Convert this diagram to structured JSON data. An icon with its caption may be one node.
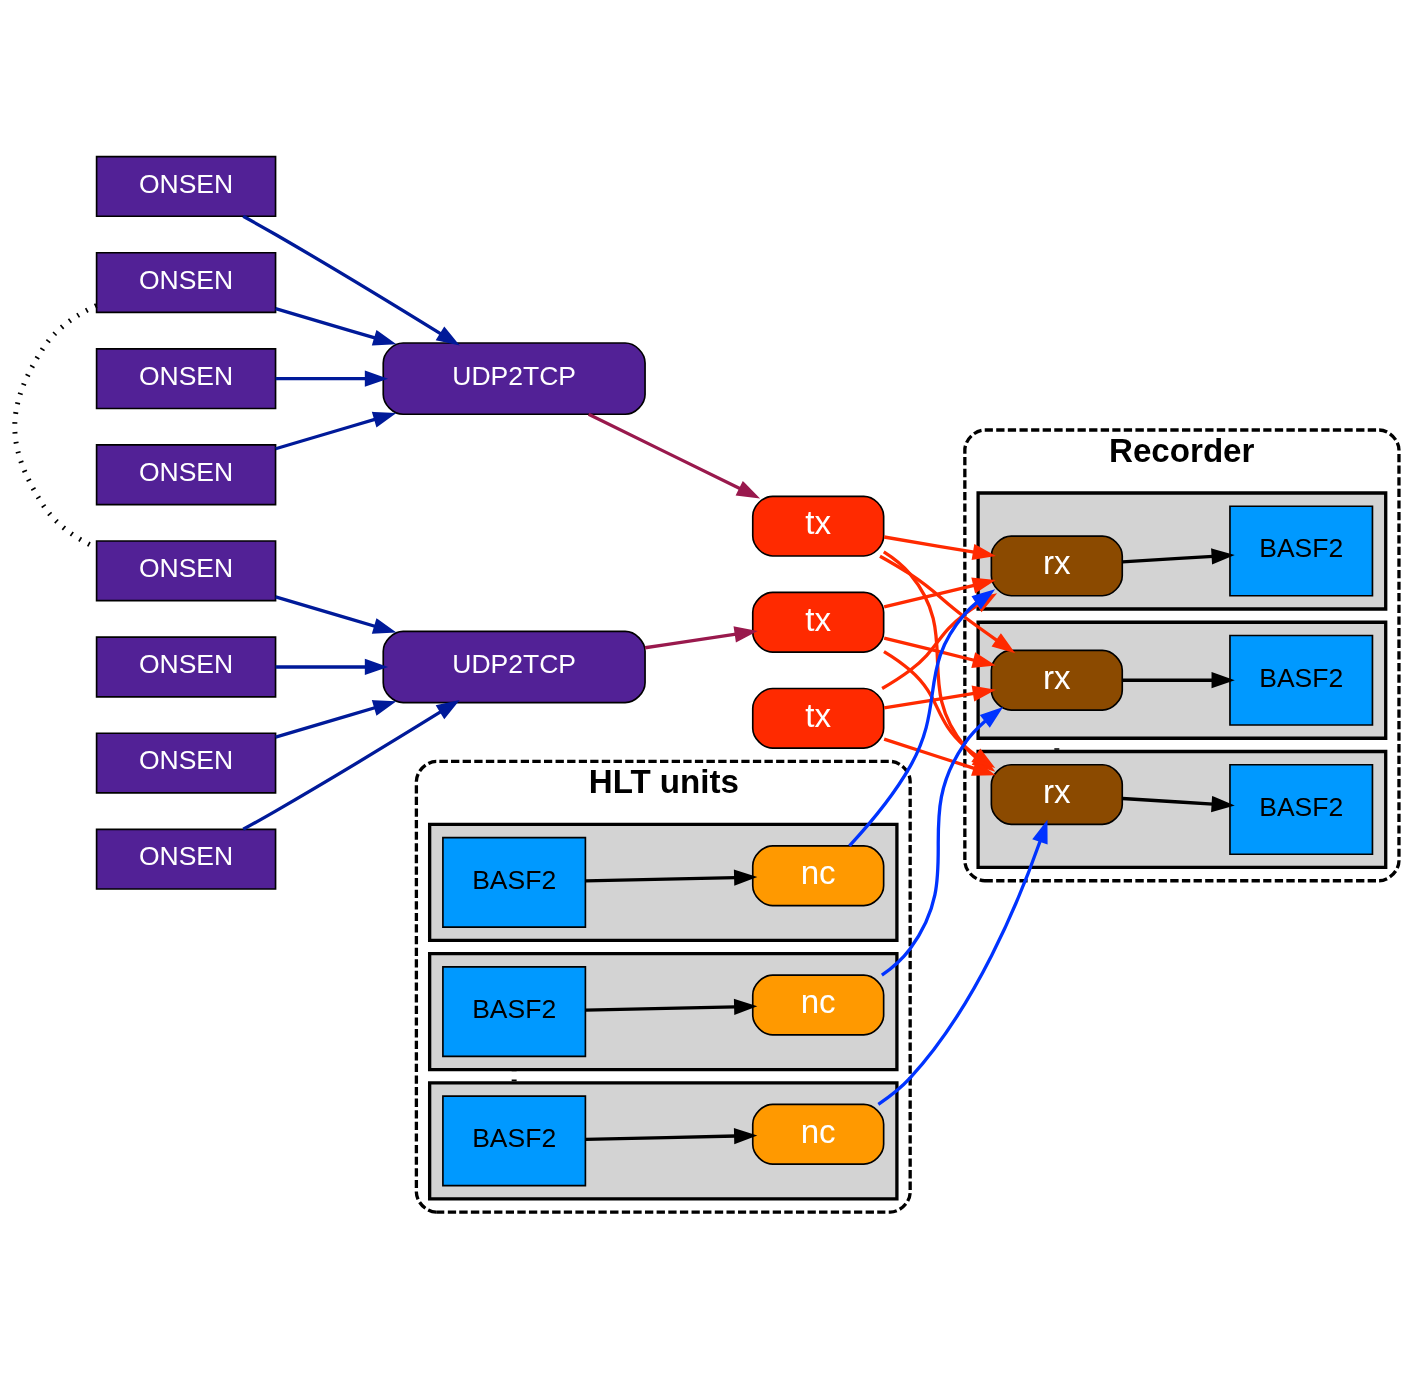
{
  "diagram": {
    "nodes": [
      {
        "text": [
          "ONSEN"
        ]
      },
      {
        "text": [
          "ONSEN"
        ]
      },
      {
        "text": [
          "ONSEN"
        ]
      },
      {
        "text": [
          "ONSEN"
        ]
      },
      {
        "text": [
          "UDP2TCP"
        ]
      },
      {
        "text": [
          "tx"
        ]
      },
      {
        "text": [
          "tx"
        ]
      },
      {
        "text": [
          "ONSEN"
        ]
      },
      {
        "text": [
          "ONSEN"
        ]
      },
      {
        "text": [
          "ONSEN"
        ]
      },
      {
        "text": [
          "ONSEN"
        ]
      },
      {
        "text": [
          "UDP2TCP"
        ]
      },
      {
        "text": [
          "tx"
        ]
      },
      {
        "text": [
          "HLT units"
        ]
      },
      {
        "text": [],
        "shape": "box",
        "in": 13
      },
      {
        "text": [
          "BASF2"
        ],
        "in": 14
      },
      {
        "text": [
          "nc"
        ],
        "in": 14
      },
      {
        "text": [],
        "shape": "box",
        "in": 13
      },
      {
        "text": [
          "BASF2"
        ],
        "in": 17
      },
      {
        "text": [
          "nc"
        ],
        "in": 17
      },
      {
        "text": [],
        "shape": "box",
        "in": 13
      },
      {
        "text": [
          "BASF2"
        ],
        "in": 20
      },
      {
        "text": [
          "nc"
        ],
        "in": 20
      },
      {
        "text": [
          "Recorder"
        ]
      },
      {
        "text": [],
        "shape": "box",
        "in": 23
      },
      {
        "text": [
          "rx"
        ],
        "in": 24
      },
      {
        "text": [
          "BASF2"
        ],
        "in": 24
      },
      {
        "text": [],
        "shape": "box",
        "in": 23
      },
      {
        "text": [
          "rx"
        ],
        "in": 27
      },
      {
        "text": [
          "BASF2"
        ],
        "in": 27
      },
      {
        "text": [],
        "shape": "box",
        "in": 23
      },
      {
        "text": [
          "rx"
        ],
        "in": 30
      },
      {
        "text": [
          "BASF2"
        ],
        "in": 30
      }
    ],
    "edges": [
      {
        "from": 0,
        "to": 4,
        "arrow": "to",
        "color": "#001a99"
      },
      {
        "from": 1,
        "to": 4,
        "arrow": "to",
        "color": "#001a99"
      },
      {
        "from": 2,
        "to": 4,
        "arrow": "to",
        "color": "#001a99"
      },
      {
        "from": 3,
        "to": 4,
        "arrow": "to",
        "color": "#001a99"
      },
      {
        "from": 4,
        "to": 5,
        "arrow": "to",
        "color": "#99194d"
      },
      {
        "from": 3,
        "to": 7,
        "arrow": "none",
        "style": "dashed",
        "color": "#000000"
      },
      {
        "from": 7,
        "to": 11,
        "arrow": "to",
        "color": "#001a99"
      },
      {
        "from": 8,
        "to": 11,
        "arrow": "to",
        "color": "#001a99"
      },
      {
        "from": 9,
        "to": 11,
        "arrow": "to",
        "color": "#001a99"
      },
      {
        "from": 10,
        "to": 11,
        "arrow": "to",
        "color": "#001a99"
      },
      {
        "from": 11,
        "to": 12,
        "arrow": "to",
        "color": "#99194d"
      },
      {
        "from": 5,
        "to": 25,
        "arrow": "to",
        "color": "#ff2a00"
      },
      {
        "from": 5,
        "to": 28,
        "arrow": "to",
        "color": "#ff2a00"
      },
      {
        "from": 5,
        "to": 31,
        "arrow": "to",
        "color": "#ff2a00"
      },
      {
        "from": 6,
        "to": 25,
        "arrow": "to",
        "color": "#ff2a00"
      },
      {
        "from": 6,
        "to": 28,
        "arrow": "to",
        "color": "#ff2a00"
      },
      {
        "from": 6,
        "to": 31,
        "arrow": "to",
        "color": "#ff2a00"
      },
      {
        "from": 12,
        "to": 25,
        "arrow": "to",
        "color": "#ff2a00"
      },
      {
        "from": 12,
        "to": 28,
        "arrow": "to",
        "color": "#ff2a00"
      },
      {
        "from": 12,
        "to": 31,
        "arrow": "to",
        "color": "#ff2a00"
      },
      {
        "from": 15,
        "to": 16,
        "arrow": "to",
        "color": "#000000"
      },
      {
        "from": 18,
        "to": 19,
        "arrow": "to",
        "color": "#000000"
      },
      {
        "from": 21,
        "to": 22,
        "arrow": "to",
        "color": "#000000"
      },
      {
        "from": 17,
        "to": 20,
        "arrow": "none",
        "style": "dashed",
        "color": "#000000"
      },
      {
        "from": 16,
        "to": 25,
        "arrow": "to",
        "color": "#0033ff"
      },
      {
        "from": 19,
        "to": 28,
        "arrow": "to",
        "color": "#0033ff"
      },
      {
        "from": 22,
        "to": 31,
        "arrow": "to",
        "color": "#0033ff"
      },
      {
        "from": 25,
        "to": 26,
        "arrow": "to",
        "color": "#000000"
      },
      {
        "from": 28,
        "to": 29,
        "arrow": "to",
        "color": "#000000"
      },
      {
        "from": 31,
        "to": 32,
        "arrow": "to",
        "color": "#000000"
      },
      {
        "from": 27,
        "to": 30,
        "arrow": "none",
        "style": "dashed",
        "color": "#000000"
      }
    ]
  }
}
